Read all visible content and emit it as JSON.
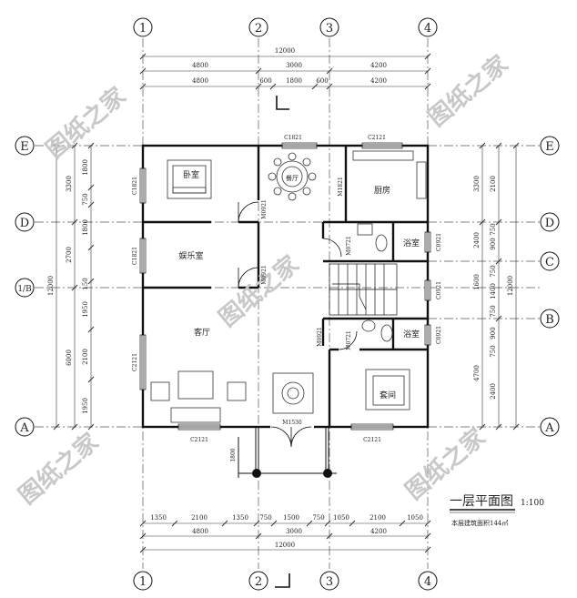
{
  "axes_top": [
    "1",
    "2",
    "3",
    "4"
  ],
  "axes_bottom": [
    "1",
    "2",
    "3",
    "4"
  ],
  "axes_left": [
    "E",
    "D",
    "1/B",
    "A"
  ],
  "axes_right": [
    "E",
    "D",
    "C",
    "B",
    "A"
  ],
  "dims_top": {
    "overall": "12000",
    "row1": [
      "4800",
      "3000",
      "4200"
    ],
    "row2": [
      "4800",
      "600",
      "1800",
      "600",
      "4200"
    ]
  },
  "dims_bottom": {
    "row1": [
      "1350",
      "2100",
      "1350",
      "750",
      "1500",
      "750",
      "1050",
      "2100",
      "1050"
    ],
    "row2": [
      "4800",
      "3000",
      "4200"
    ],
    "overall": "12000"
  },
  "dims_left": {
    "overall": "12000",
    "row1": [
      "3300",
      "2700",
      "6000"
    ],
    "row2": [
      "1800",
      "750",
      "1800",
      "150",
      "1950",
      "2100",
      "1950"
    ]
  },
  "dims_right": {
    "overall": "12000",
    "row1": [
      "3300",
      "2400",
      "1600",
      "4700"
    ],
    "row2": [
      "2100",
      "750",
      "900",
      "750",
      "1400",
      "750",
      "900",
      "750",
      "2400"
    ]
  },
  "rooms": {
    "bedroom": "卧室",
    "dining": "餐厅",
    "kitchen": "厨房",
    "entertainment": "娱乐室",
    "bath_top": "浴室",
    "living": "客厅",
    "bath_bottom": "浴室",
    "suite": "套间"
  },
  "openings": {
    "c1821_top": "C1821",
    "c2121_top": "C2121",
    "c1821_left_a": "C1821",
    "c1821_left_b": "C1821",
    "c2121_left": "C2121",
    "m0921_a": "M0921",
    "m0921_b": "M0921",
    "m0921_c": "M0921",
    "m0721_a": "M0721",
    "m0721_b": "M0721",
    "c0921_a": "C0921",
    "c0921_b": "C0921",
    "c0921_c": "C0921",
    "m1821": "M1821",
    "m1530": "M1530",
    "c2121_bot_left": "C2121",
    "c2121_bot_right": "C2121",
    "step_1800": "1800"
  },
  "title": {
    "main": "一层平面图",
    "scale": "1:100",
    "subtitle": "本层建筑面积144㎡"
  },
  "watermark": "图纸之家"
}
